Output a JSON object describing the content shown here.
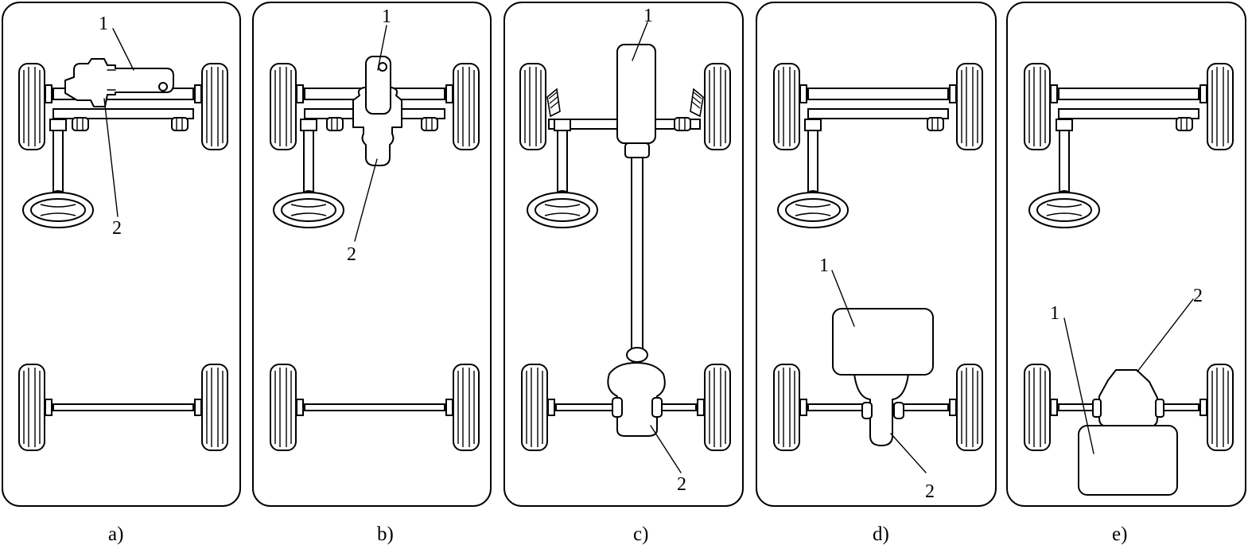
{
  "panels": [
    {
      "caption": "a)",
      "label_1": "1",
      "label_2": "2"
    },
    {
      "caption": "b)",
      "label_1": "1",
      "label_2": "2"
    },
    {
      "caption": "c)",
      "label_1": "1",
      "label_2": "2"
    },
    {
      "caption": "d)",
      "label_1": "1",
      "label_2": "2"
    },
    {
      "caption": "e)",
      "label_1": "1",
      "label_2": "2"
    }
  ]
}
